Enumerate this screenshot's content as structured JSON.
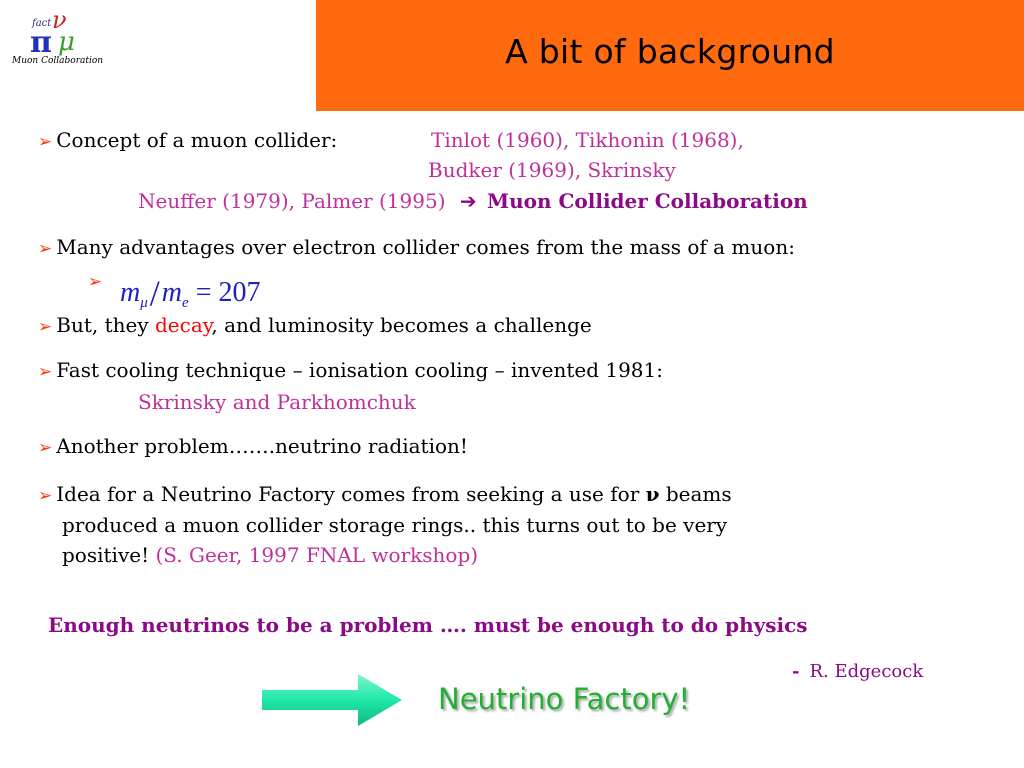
{
  "logo": {
    "text": "Muon Collaboration"
  },
  "slide": {
    "title": "A bit of background"
  },
  "bullets": {
    "b1_label": "Concept of a muon collider:",
    "b1_refs_1": "Tinlot (1960), Tikhonin (1968),",
    "b1_refs_2": "Budker (1969), Skrinsky",
    "b1_refs_3": "Neuffer (1979), Palmer (1995)",
    "b1_arrow": "➔",
    "b1_result": "Muon Collider Collaboration",
    "b2": "Many advantages over electron collider comes from the mass of a muon:",
    "formula_m1": "m",
    "formula_sub1": "μ",
    "formula_m2": "m",
    "formula_sub2": "e",
    "formula_rhs": "= 207",
    "b3_pre": "But, they ",
    "b3_red": "decay",
    "b3_post": ", and luminosity becomes a challenge",
    "b4": "Fast cooling technique – ionisation cooling – invented 1981:",
    "b4_sub": "Skrinsky and Parkhomchuk",
    "b5": "Another problem…….neutrino radiation!",
    "b6_line1_pre": "Idea for a Neutrino Factory comes from seeking a use for ",
    "b6_nu": "ν",
    "b6_line1_post": " beams",
    "b6_line2": "produced a muon collider storage rings.. this turns out to be very",
    "b6_line3_pre": "positive! ",
    "b6_line3_pink": "(S. Geer, 1997 FNAL workshop)"
  },
  "banner": "Enough neutrinos to be a problem  ….  must be enough to do physics",
  "attribution": {
    "dash": "-",
    "name": "R. Edgecock"
  },
  "footer": {
    "label": "Neutrino Factory!"
  },
  "colors": {
    "title_bg": "#ff6a0e",
    "bullet": "#ff3300",
    "pink": "#c0309b",
    "purple": "#8b0a86",
    "green": "#22b033",
    "arrow": "#1ee8a8"
  }
}
